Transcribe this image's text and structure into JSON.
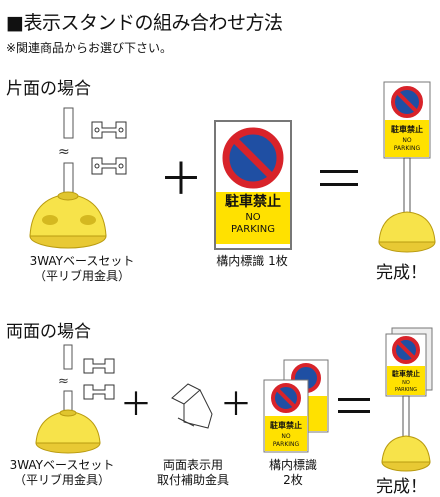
{
  "header": {
    "title": "■表示スタンドの組み合わせ方法",
    "note": "※関連商品からお選び下さい。"
  },
  "section_single": {
    "heading": "片面の場合",
    "stand_label_line1": "3WAYベースセット",
    "stand_label_line2": "（平リブ用金具）",
    "sign_label": "構内標識 1枚",
    "result": "完成！"
  },
  "section_double": {
    "heading": "両面の場合",
    "stand_label_line1": "3WAYベースセット",
    "stand_label_line2": "（平リブ用金具）",
    "fitting_label_line1": "両面表示用",
    "fitting_label_line2": "取付補助金具",
    "sign_label_line1": "構内標識",
    "sign_label_line2": "2枚",
    "result": "完成！"
  },
  "sign": {
    "line1": "駐車禁止",
    "line2": "NO",
    "line3": "PARKING"
  },
  "colors": {
    "yellow": "#f7e34a",
    "sign_red": "#d8232a",
    "sign_blue": "#1f4fa3",
    "sign_yellow": "#ffe100"
  }
}
